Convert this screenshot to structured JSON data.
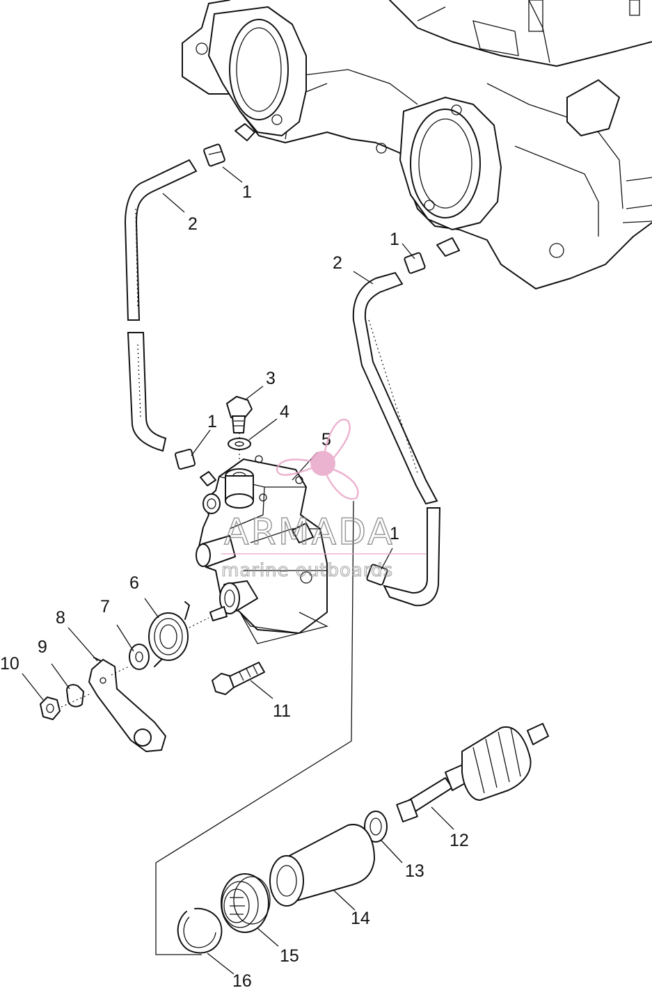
{
  "callouts": [
    {
      "n": "1"
    },
    {
      "n": "2"
    },
    {
      "n": "1"
    },
    {
      "n": "2"
    },
    {
      "n": "3"
    },
    {
      "n": "4"
    },
    {
      "n": "1"
    },
    {
      "n": "5"
    },
    {
      "n": "1"
    },
    {
      "n": "6"
    },
    {
      "n": "7"
    },
    {
      "n": "8"
    },
    {
      "n": "9"
    },
    {
      "n": "10"
    },
    {
      "n": "11"
    },
    {
      "n": "12"
    },
    {
      "n": "13"
    },
    {
      "n": "14"
    },
    {
      "n": "15"
    },
    {
      "n": "16"
    }
  ],
  "watermark": {
    "brand": "ARMADA",
    "tagline": "marine outboards",
    "color": "#e9a6c8"
  }
}
